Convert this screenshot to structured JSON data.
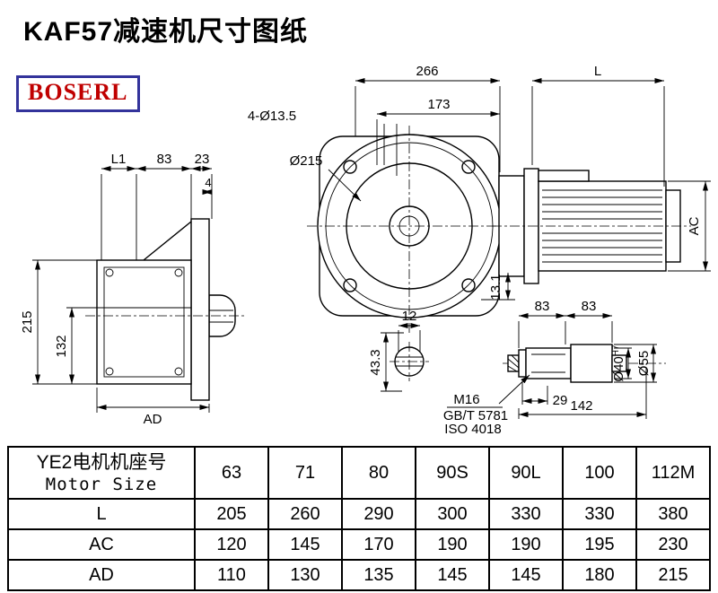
{
  "page": {
    "title": "KAF57减速机尺寸图纸",
    "logo": "BOSERL"
  },
  "drawing": {
    "front": {
      "dim_266": "266",
      "dim_L": "L",
      "dim_173": "173",
      "dim_holes": "4-Ø13.5",
      "dim_flange": "Ø215",
      "dim_AC": "AC",
      "dim_13_1": "13.1"
    },
    "side": {
      "dim_L1": "L1",
      "dim_83": "83",
      "dim_23": "23",
      "dim_4": "4",
      "dim_215": "215",
      "dim_132": "132",
      "dim_AD": "AD"
    },
    "section": {
      "dim_12": "12",
      "dim_43_3": "43.3"
    },
    "shaft": {
      "dim_83_left": "83",
      "dim_83_right": "83",
      "thread": "M16",
      "standard1": "GB/T 5781",
      "standard2": "ISO 4018",
      "dim_29": "29",
      "dim_142": "142",
      "dim_d40": "Ø40",
      "dim_d40_sup": "H7",
      "dim_d55": "Ø55"
    }
  },
  "table": {
    "header": {
      "line1": "YE2电机机座号",
      "line2": "Motor Size"
    },
    "columns": [
      "63",
      "71",
      "80",
      "90S",
      "90L",
      "100",
      "112M"
    ],
    "rows": [
      {
        "label": "L",
        "values": [
          "205",
          "260",
          "290",
          "300",
          "330",
          "330",
          "380"
        ]
      },
      {
        "label": "AC",
        "values": [
          "120",
          "145",
          "170",
          "190",
          "190",
          "195",
          "230"
        ]
      },
      {
        "label": "AD",
        "values": [
          "110",
          "130",
          "135",
          "145",
          "145",
          "180",
          "215"
        ]
      }
    ]
  }
}
